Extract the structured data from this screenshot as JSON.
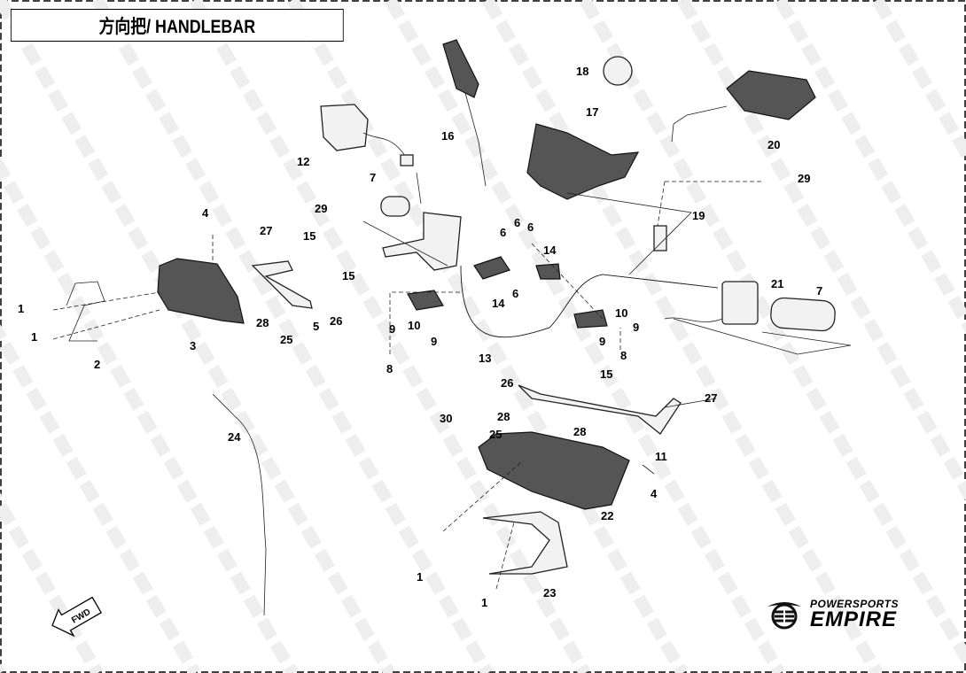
{
  "title": "方向把/ HANDLEBAR",
  "watermark": "POWERSPORTS EMPIRE",
  "fwd_label": "FWD",
  "logo": {
    "line1": "POWERSPORTS",
    "line2": "EMPIRE"
  },
  "callouts": [
    "18",
    "17",
    "16",
    "20",
    "12",
    "7",
    "29",
    "29",
    "19",
    "4",
    "27",
    "15",
    "15",
    "6",
    "6",
    "6",
    "14",
    "6",
    "14",
    "21",
    "7",
    "1",
    "1",
    "2",
    "3",
    "28",
    "25",
    "5",
    "26",
    "9",
    "10",
    "9",
    "8",
    "13",
    "10",
    "9",
    "9",
    "8",
    "26",
    "15",
    "27",
    "30",
    "28",
    "25",
    "28",
    "11",
    "4",
    "22",
    "24",
    "1",
    "23",
    "1"
  ]
}
